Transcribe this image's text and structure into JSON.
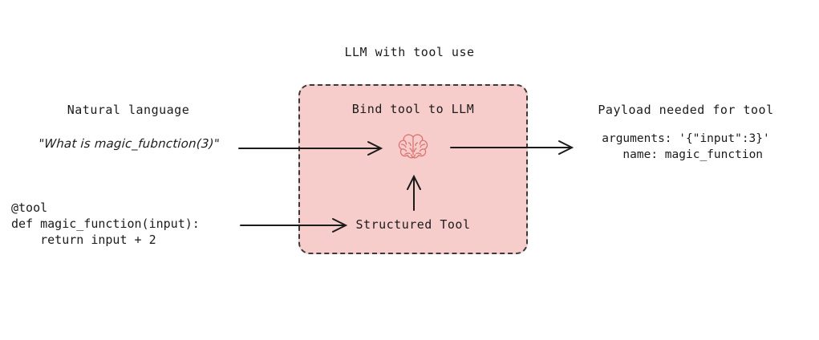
{
  "diagram": {
    "title": "LLM with tool use",
    "background_color": "#ffffff",
    "line_color": "#1b1b1b"
  },
  "left_column": {
    "heading": "Natural language",
    "query_text": "\"What is magic_fubnction(3)\"",
    "code_snippet": "@tool\ndef magic_function(input):\n    return input + 2"
  },
  "center_box": {
    "title": "Bind tool to LLM",
    "tool_label": "Structured Tool",
    "fill_color": "#f7cdcb",
    "border_color": "#3a3a3a",
    "border_style": "dashed",
    "icon_name": "brain-icon",
    "icon_color": "#d9726f"
  },
  "right_column": {
    "heading": "Payload needed for tool",
    "payload_text": "arguments: '{\"input\":3}'\n  name: magic_function"
  },
  "arrows": [
    {
      "name": "arrow-query-to-llm",
      "from": "natural-language-query",
      "to": "llm-brain"
    },
    {
      "name": "arrow-tool-to-structured-tool",
      "from": "tool-code",
      "to": "structured-tool"
    },
    {
      "name": "arrow-structured-tool-to-llm",
      "from": "structured-tool",
      "to": "llm-brain"
    },
    {
      "name": "arrow-llm-to-payload",
      "from": "llm-brain",
      "to": "payload"
    }
  ]
}
